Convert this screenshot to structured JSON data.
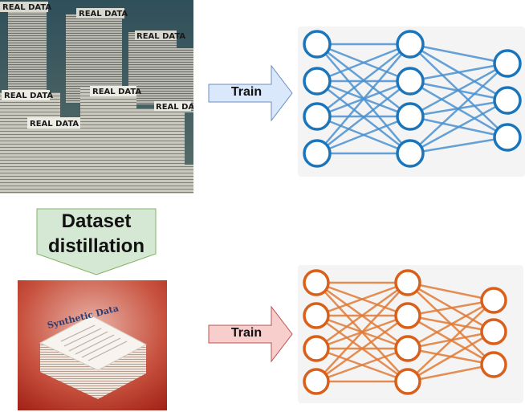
{
  "real_data_image": {
    "labels": [
      "REAL DATA",
      "REAL DATA",
      "REAL DATA",
      "REAL DATA",
      "REAL DATA",
      "REAL DATA",
      "REAL DATA"
    ]
  },
  "top_arrow": {
    "label": "Train",
    "fill": "#dae8fc",
    "stroke": "#6c8ebf"
  },
  "distill_arrow": {
    "line1": "Dataset",
    "line2": "distillation",
    "fill": "#d5e8d4",
    "stroke": "#82b366"
  },
  "synthetic_data_image": {
    "label": "Synthetic Data"
  },
  "bottom_arrow": {
    "label": "Train",
    "fill": "#f8cecc",
    "stroke": "#b85450"
  },
  "top_network": {
    "layers": [
      4,
      4,
      3
    ],
    "color": "#1a75bb",
    "edge_color": "#4a90cf"
  },
  "bottom_network": {
    "layers": [
      4,
      4,
      3
    ],
    "color": "#d9601a",
    "edge_color": "#e07a35"
  }
}
